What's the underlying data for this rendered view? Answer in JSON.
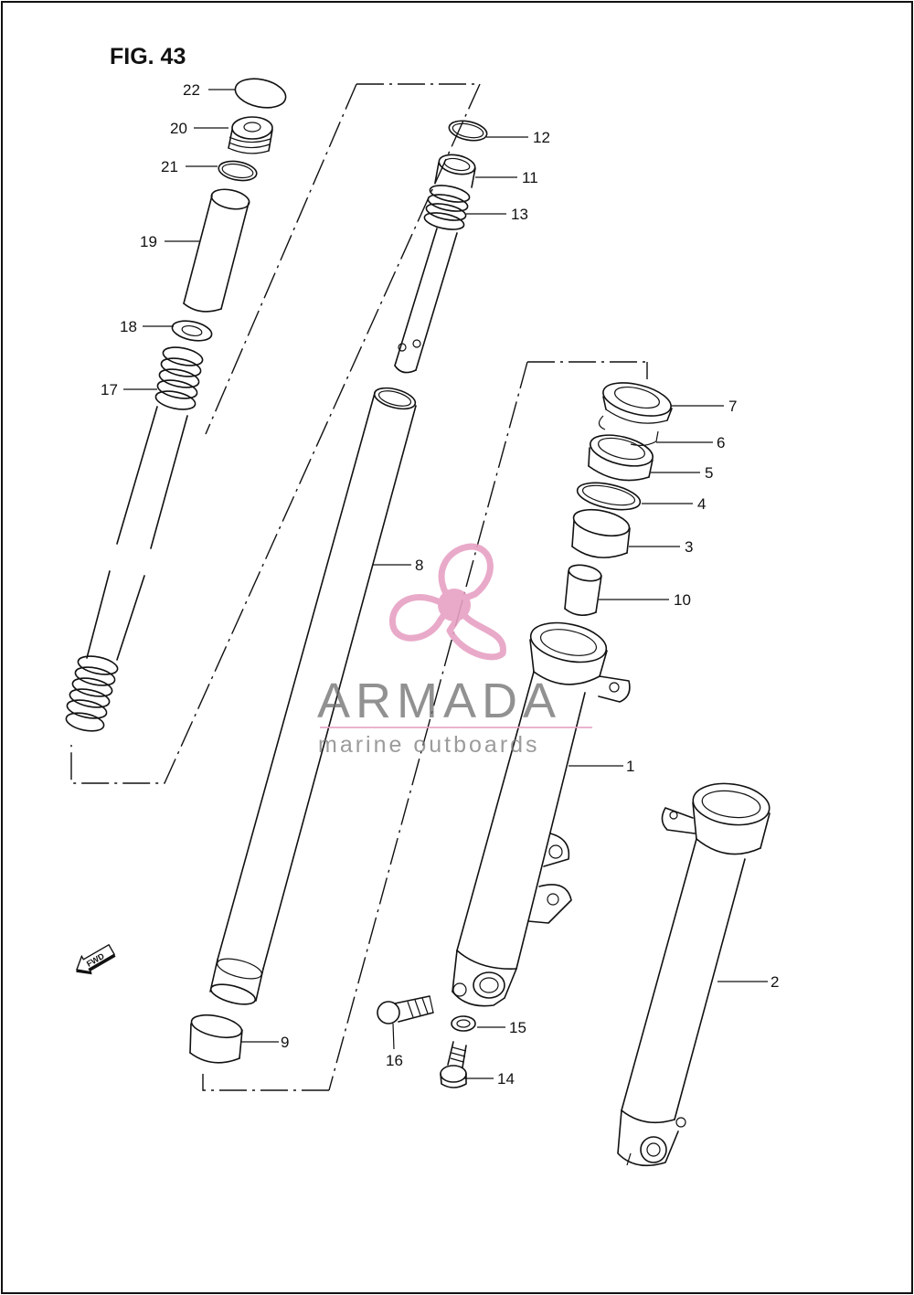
{
  "figure_title": "FIG. 43",
  "fwd_arrow_label": "FWD",
  "watermark": {
    "brand": "ARMADA",
    "tagline": "marine outboards",
    "logo_color": "#e7a1c4",
    "text_color": "#6d6d6d"
  },
  "callouts": [
    {
      "id": "c22",
      "label": "22",
      "part": "cap"
    },
    {
      "id": "c20",
      "label": "20",
      "part": "bolt-cap"
    },
    {
      "id": "c21",
      "label": "21",
      "part": "o-ring"
    },
    {
      "id": "c19",
      "label": "19",
      "part": "spacer-tube"
    },
    {
      "id": "c18",
      "label": "18",
      "part": "washer"
    },
    {
      "id": "c17",
      "label": "17",
      "part": "spring"
    },
    {
      "id": "c12",
      "label": "12",
      "part": "ring"
    },
    {
      "id": "c11",
      "label": "11",
      "part": "ring"
    },
    {
      "id": "c13",
      "label": "13",
      "part": "rebound-spring"
    },
    {
      "id": "c7",
      "label": "7",
      "part": "dust-seal"
    },
    {
      "id": "c6",
      "label": "6",
      "part": "stopper-ring"
    },
    {
      "id": "c5",
      "label": "5",
      "part": "oil-seal"
    },
    {
      "id": "c4",
      "label": "4",
      "part": "washer"
    },
    {
      "id": "c3",
      "label": "3",
      "part": "guide-metal"
    },
    {
      "id": "c10",
      "label": "10",
      "part": "oil-lock-piece"
    },
    {
      "id": "c8",
      "label": "8",
      "part": "inner-tube"
    },
    {
      "id": "c1",
      "label": "1",
      "part": "outer-tube-right"
    },
    {
      "id": "c2",
      "label": "2",
      "part": "outer-tube-left"
    },
    {
      "id": "c9",
      "label": "9",
      "part": "slide-metal"
    },
    {
      "id": "c15",
      "label": "15",
      "part": "gasket"
    },
    {
      "id": "c16",
      "label": "16",
      "part": "axle-bolt"
    },
    {
      "id": "c14",
      "label": "14",
      "part": "damper-bolt"
    }
  ]
}
